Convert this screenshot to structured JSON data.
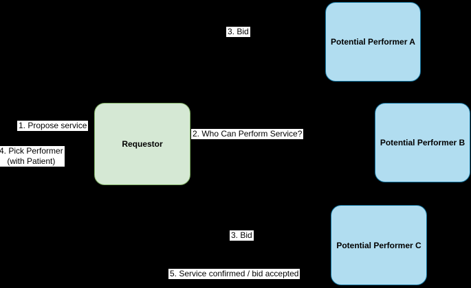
{
  "diagram": {
    "background_color": "#000000",
    "label_chip_color": "#ffffff",
    "text_color": "#000000",
    "nodes": {
      "requestor": {
        "label": "Requestor",
        "fill": "#d5e8d4",
        "stroke": "#82b366"
      },
      "performer_a": {
        "label": "Potential Performer A",
        "fill": "#b1ddf0",
        "stroke": "#10739e"
      },
      "performer_b": {
        "label": "Potential Performer B",
        "fill": "#b1ddf0",
        "stroke": "#10739e"
      },
      "performer_c": {
        "label": "Potential Performer C",
        "fill": "#b1ddf0",
        "stroke": "#10739e"
      }
    },
    "edge_labels": {
      "propose": "1. Propose service",
      "who_can": "2. Who Can Perform Service?",
      "bid_top": "3. Bid",
      "pick": "4. Pick Performer\n(with Patient)",
      "bid_bottom": "3. Bid",
      "confirm": "5. Service confirmed / bid accepted"
    }
  }
}
